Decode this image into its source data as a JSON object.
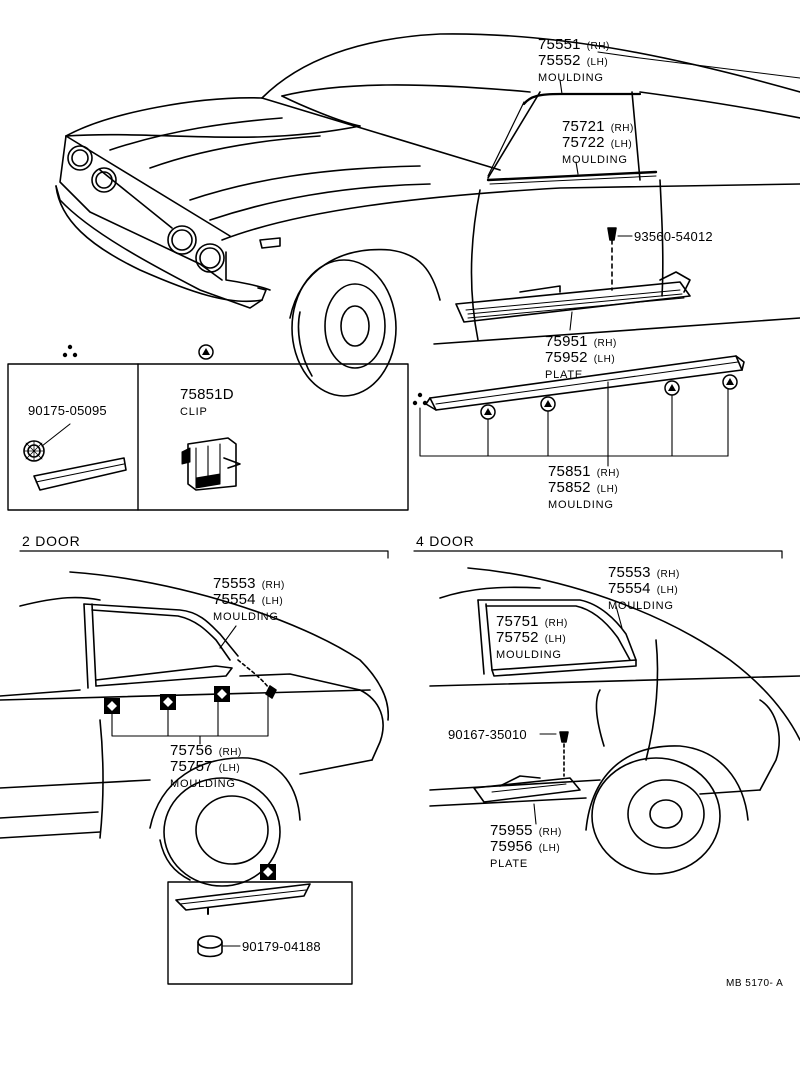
{
  "callouts": {
    "c1": {
      "rh_no": "75551",
      "rh": "(RH)",
      "lh_no": "75552",
      "lh": "(LH)",
      "name": "MOULDING"
    },
    "c2": {
      "rh_no": "75721",
      "rh": "(RH)",
      "lh_no": "75722",
      "lh": "(LH)",
      "name": "MOULDING"
    },
    "c3": {
      "part": "93560-54012"
    },
    "c4": {
      "rh_no": "75951",
      "rh": "(RH)",
      "lh_no": "75952",
      "lh": "(LH)",
      "name": "PLATE"
    },
    "c5": {
      "rh_no": "75851",
      "rh": "(RH)",
      "lh_no": "75852",
      "lh": "(LH)",
      "name": "MOULDING"
    },
    "c6": {
      "part": "90175-05095"
    },
    "c7": {
      "part": "75851D",
      "name": "CLIP"
    },
    "c8": {
      "rh_no": "75553",
      "rh": "(RH)",
      "lh_no": "75554",
      "lh": "(LH)",
      "name": "MOULDING"
    },
    "c9": {
      "rh_no": "75756",
      "rh": "(RH)",
      "lh_no": "75757",
      "lh": "(LH)",
      "name": "MOULDING"
    },
    "c10": {
      "part": "90179-04188"
    },
    "c11": {
      "rh_no": "75553",
      "rh": "(RH)",
      "lh_no": "75554",
      "lh": "(LH)",
      "name": "MOULDING"
    },
    "c12": {
      "rh_no": "75751",
      "rh": "(RH)",
      "lh_no": "75752",
      "lh": "(LH)",
      "name": "MOULDING"
    },
    "c13": {
      "part": "90167-35010"
    },
    "c14": {
      "rh_no": "75955",
      "rh": "(RH)",
      "lh_no": "75956",
      "lh": "(LH)",
      "name": "PLATE"
    }
  },
  "sections": {
    "two_door": "2 DOOR",
    "four_door": "4 DOOR"
  },
  "drawing_code": "MB 5170- A",
  "symbols": [
    "triangle-symbol",
    "diamond-symbol",
    "three-dot-symbol"
  ]
}
